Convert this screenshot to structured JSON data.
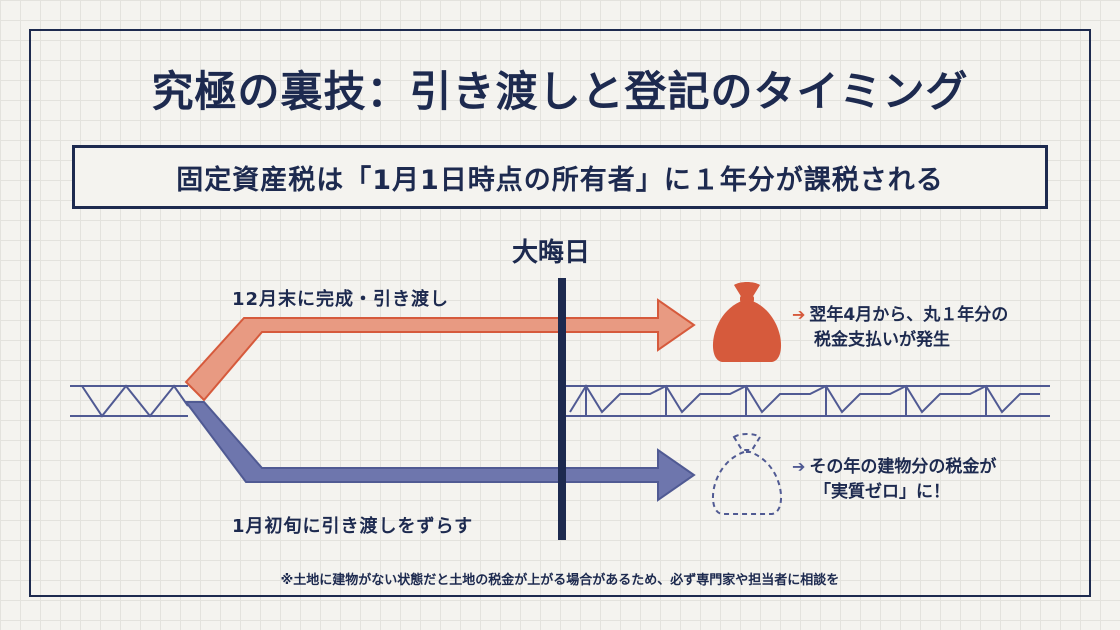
{
  "title": "究極の裏技：引き渡しと登記のタイミング",
  "subtitle": "固定資産税は「1月1日時点の所有者」に１年分が課税される",
  "deadline_label": "大晦日",
  "paths": {
    "upper": {
      "label": "12月末に完成・引き渡し",
      "result_line1": "翌年4月から、丸１年分の",
      "result_line2": "税金支払いが発生",
      "color": "#d65a3c"
    },
    "lower": {
      "label": "1月初旬に引き渡しをずらす",
      "result_line1": "その年の建物分の税金が",
      "result_line2": "「実質ゼロ」に！",
      "color": "#505a93"
    }
  },
  "icons": {
    "money_bag_full": "money-bag-icon",
    "money_bag_empty": "empty-money-bag-icon",
    "arrow_right": "arrow-right-icon"
  },
  "footnote": "※土地に建物がない状態だと土地の税金が上がる場合があるため、必ず専門家や担当者に相談を",
  "colors": {
    "navy": "#1d2a4f",
    "orange": "#d65a3c",
    "purple": "#505a93",
    "background": "#f4f3ef"
  }
}
